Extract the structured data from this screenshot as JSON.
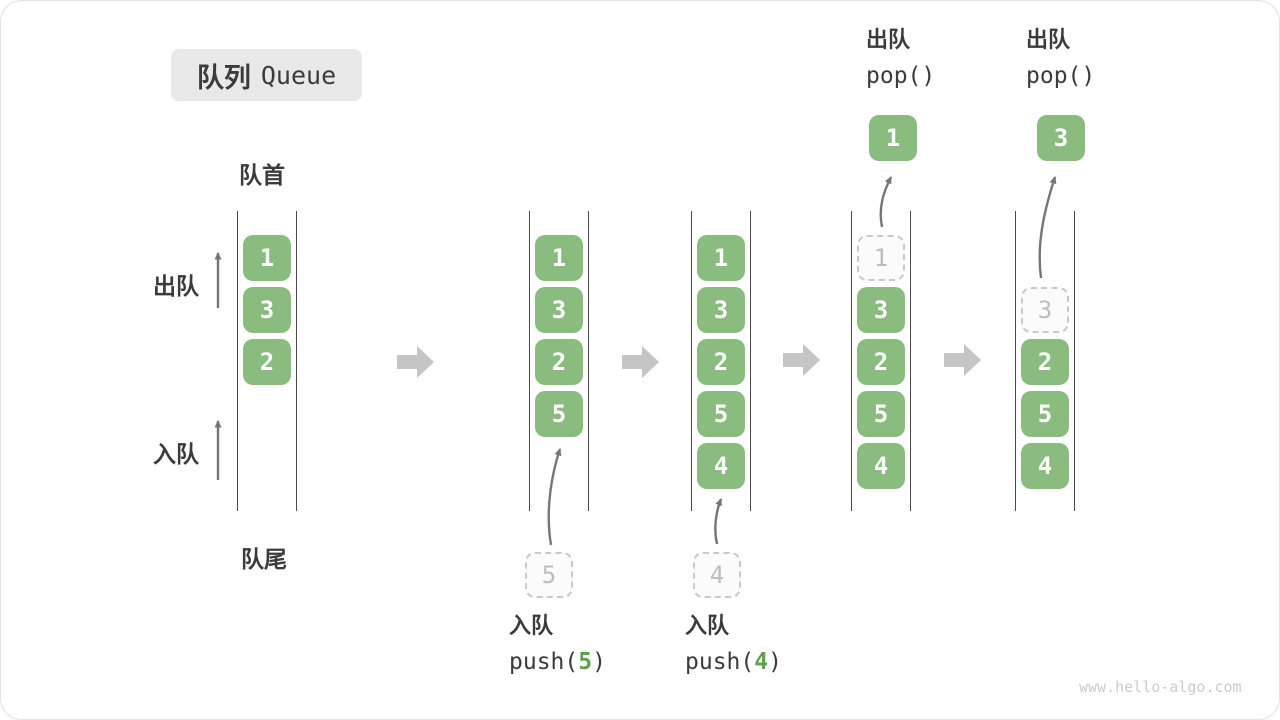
{
  "title": {
    "zh": "队列",
    "en": "Queue"
  },
  "labels": {
    "front": "队首",
    "rear": "队尾",
    "dequeue_side": "出队",
    "enqueue_side": "入队"
  },
  "watermark": "www.hello-algo.com",
  "colors": {
    "green": "#8abc80",
    "accent_green": "#5da04e",
    "dashed_border": "#c9c9c9",
    "dashed_text": "#bdbdbd",
    "line": "#4a4a4a",
    "arrow": "#767676",
    "block_arrow": "#c5c5c5",
    "text_dark": "#3b3b3b",
    "title_bg": "#e9e9e9",
    "watermark": "#cbcbcb"
  },
  "icons": {
    "between_states": "right-block-arrow-icon",
    "flow": "up-arrow-icon"
  },
  "columns": [
    {
      "name": "state-1",
      "cells": [
        {
          "slot": 0,
          "value": "1",
          "variant": "solid"
        },
        {
          "slot": 1,
          "value": "3",
          "variant": "solid"
        },
        {
          "slot": 2,
          "value": "2",
          "variant": "solid"
        }
      ]
    },
    {
      "name": "state-2-after-push-5",
      "cells": [
        {
          "slot": 0,
          "value": "1",
          "variant": "solid"
        },
        {
          "slot": 1,
          "value": "3",
          "variant": "solid"
        },
        {
          "slot": 2,
          "value": "2",
          "variant": "solid"
        },
        {
          "slot": 3,
          "value": "5",
          "variant": "solid"
        }
      ],
      "below": {
        "value": "5"
      },
      "op": {
        "label": "入队",
        "code_pre": "push(",
        "code_arg": "5",
        "code_post": ")"
      }
    },
    {
      "name": "state-3-after-push-4",
      "cells": [
        {
          "slot": 0,
          "value": "1",
          "variant": "solid"
        },
        {
          "slot": 1,
          "value": "3",
          "variant": "solid"
        },
        {
          "slot": 2,
          "value": "2",
          "variant": "solid"
        },
        {
          "slot": 3,
          "value": "5",
          "variant": "solid"
        },
        {
          "slot": 4,
          "value": "4",
          "variant": "solid"
        }
      ],
      "below": {
        "value": "4"
      },
      "op": {
        "label": "入队",
        "code_pre": "push(",
        "code_arg": "4",
        "code_post": ")"
      }
    },
    {
      "name": "state-4-after-pop-1",
      "cells": [
        {
          "slot": 0,
          "value": "1",
          "variant": "dashed"
        },
        {
          "slot": 1,
          "value": "3",
          "variant": "solid"
        },
        {
          "slot": 2,
          "value": "2",
          "variant": "solid"
        },
        {
          "slot": 3,
          "value": "5",
          "variant": "solid"
        },
        {
          "slot": 4,
          "value": "4",
          "variant": "solid"
        }
      ],
      "popped": {
        "value": "1"
      },
      "op": {
        "label": "出队",
        "code_pre": "pop()",
        "code_arg": "",
        "code_post": ""
      }
    },
    {
      "name": "state-5-after-pop-3",
      "cells": [
        {
          "slot": 1,
          "value": "3",
          "variant": "dashed"
        },
        {
          "slot": 2,
          "value": "2",
          "variant": "solid"
        },
        {
          "slot": 3,
          "value": "5",
          "variant": "solid"
        },
        {
          "slot": 4,
          "value": "4",
          "variant": "solid"
        }
      ],
      "popped": {
        "value": "3"
      },
      "op": {
        "label": "出队",
        "code_pre": "pop()",
        "code_arg": "",
        "code_post": ""
      }
    }
  ]
}
